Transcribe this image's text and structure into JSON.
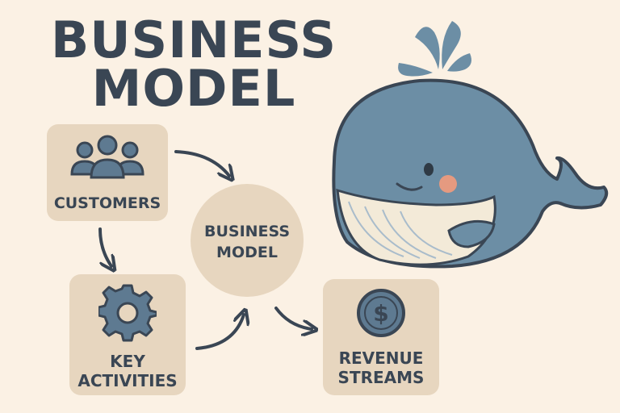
{
  "title": {
    "line1": "BUSINESS",
    "line2": "MODEL"
  },
  "center": {
    "line1": "BUSINESS",
    "line2": "MODEL"
  },
  "nodes": {
    "customers": {
      "label": "CUSTOMERS"
    },
    "key_activities": {
      "line1": "KEY",
      "line2": "ACTIVITIES"
    },
    "revenue_streams": {
      "line1": "REVENUE",
      "line2": "STREAMS"
    }
  },
  "icons": {
    "customers": "people-icon",
    "key_activities": "gear-icon",
    "revenue_streams": "dollar-coin-icon",
    "mascot": "whale-illustration"
  },
  "colors": {
    "background": "#fbf1e4",
    "box": "#e7d6bf",
    "ink": "#3a4654",
    "icon_blue": "#5e7a91",
    "whale": "#6c8ea5",
    "whale_belly": "#f3ead8",
    "cheek": "#e59a80"
  }
}
